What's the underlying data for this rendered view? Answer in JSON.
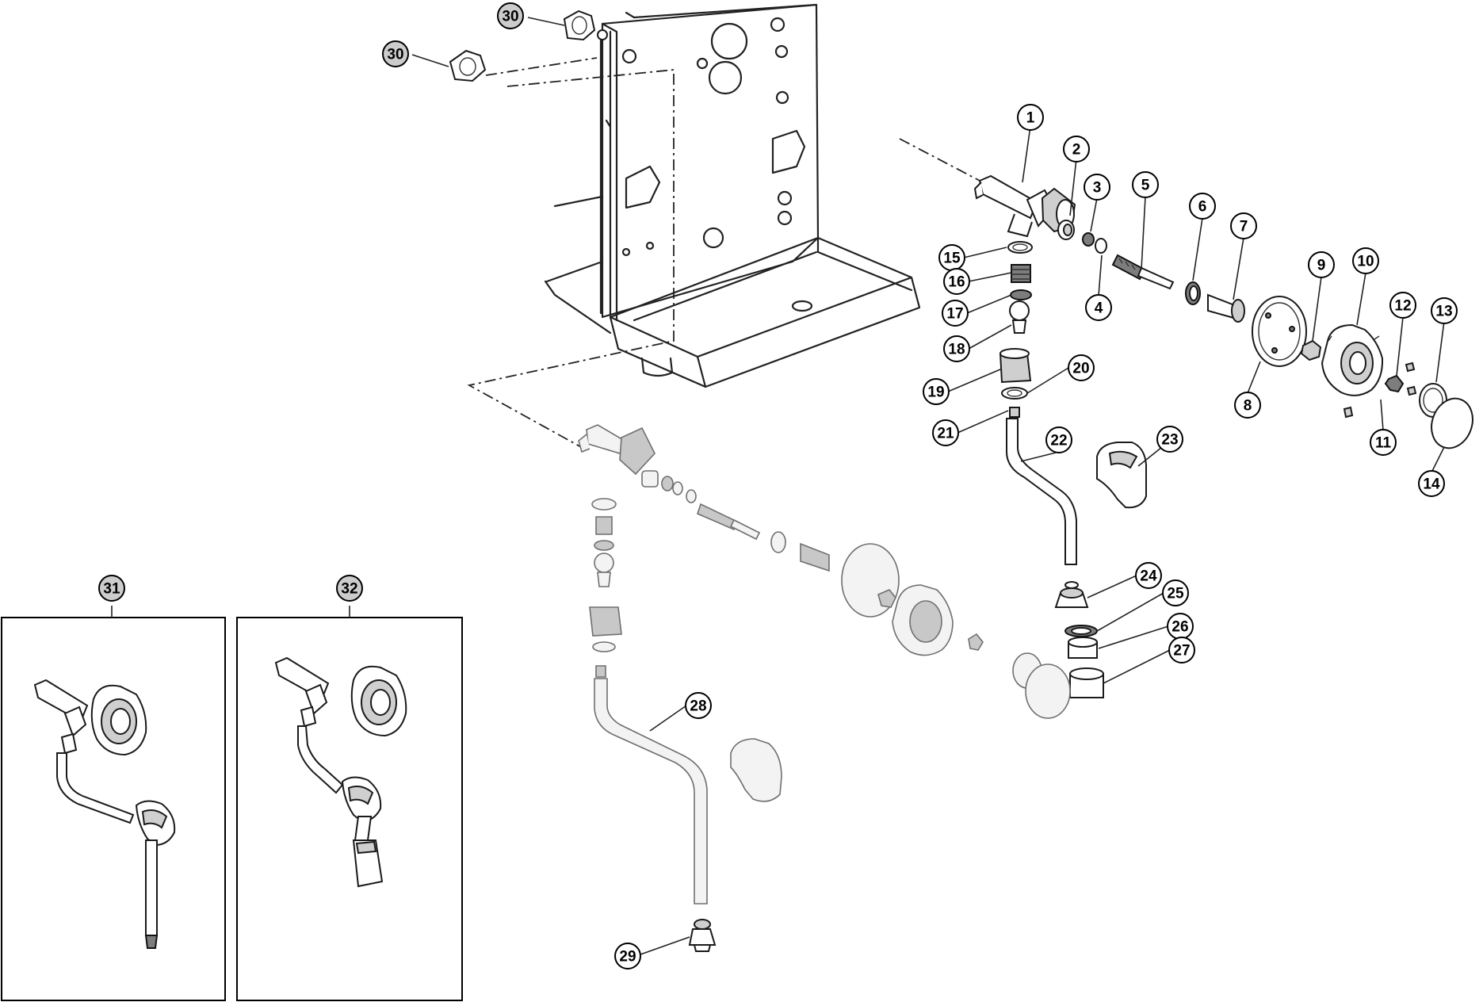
{
  "diagram": {
    "callouts": [
      {
        "id": "c1",
        "label": "1",
        "fill": "#ffffff"
      },
      {
        "id": "c2",
        "label": "2",
        "fill": "#ffffff"
      },
      {
        "id": "c3",
        "label": "3",
        "fill": "#ffffff"
      },
      {
        "id": "c4",
        "label": "4",
        "fill": "#ffffff"
      },
      {
        "id": "c5",
        "label": "5",
        "fill": "#ffffff"
      },
      {
        "id": "c6",
        "label": "6",
        "fill": "#ffffff"
      },
      {
        "id": "c7",
        "label": "7",
        "fill": "#ffffff"
      },
      {
        "id": "c8",
        "label": "8",
        "fill": "#ffffff"
      },
      {
        "id": "c9",
        "label": "9",
        "fill": "#ffffff"
      },
      {
        "id": "c10",
        "label": "10",
        "fill": "#ffffff"
      },
      {
        "id": "c11",
        "label": "11",
        "fill": "#ffffff"
      },
      {
        "id": "c12",
        "label": "12",
        "fill": "#ffffff"
      },
      {
        "id": "c13",
        "label": "13",
        "fill": "#ffffff"
      },
      {
        "id": "c14",
        "label": "14",
        "fill": "#ffffff"
      },
      {
        "id": "c15",
        "label": "15",
        "fill": "#ffffff"
      },
      {
        "id": "c16",
        "label": "16",
        "fill": "#ffffff"
      },
      {
        "id": "c17",
        "label": "17",
        "fill": "#ffffff"
      },
      {
        "id": "c18",
        "label": "18",
        "fill": "#ffffff"
      },
      {
        "id": "c19",
        "label": "19",
        "fill": "#ffffff"
      },
      {
        "id": "c20",
        "label": "20",
        "fill": "#ffffff"
      },
      {
        "id": "c21",
        "label": "21",
        "fill": "#ffffff"
      },
      {
        "id": "c22",
        "label": "22",
        "fill": "#ffffff"
      },
      {
        "id": "c23",
        "label": "23",
        "fill": "#ffffff"
      },
      {
        "id": "c24",
        "label": "24",
        "fill": "#ffffff"
      },
      {
        "id": "c25",
        "label": "25",
        "fill": "#ffffff"
      },
      {
        "id": "c26",
        "label": "26",
        "fill": "#ffffff"
      },
      {
        "id": "c27",
        "label": "27",
        "fill": "#ffffff"
      },
      {
        "id": "c28",
        "label": "28",
        "fill": "#ffffff"
      },
      {
        "id": "c29",
        "label": "29",
        "fill": "#ffffff"
      },
      {
        "id": "c30a",
        "label": "30",
        "fill": "#cccccc"
      },
      {
        "id": "c30b",
        "label": "30",
        "fill": "#cccccc"
      },
      {
        "id": "c31",
        "label": "31",
        "fill": "#cccccc"
      },
      {
        "id": "c32",
        "label": "32",
        "fill": "#cccccc"
      }
    ]
  }
}
